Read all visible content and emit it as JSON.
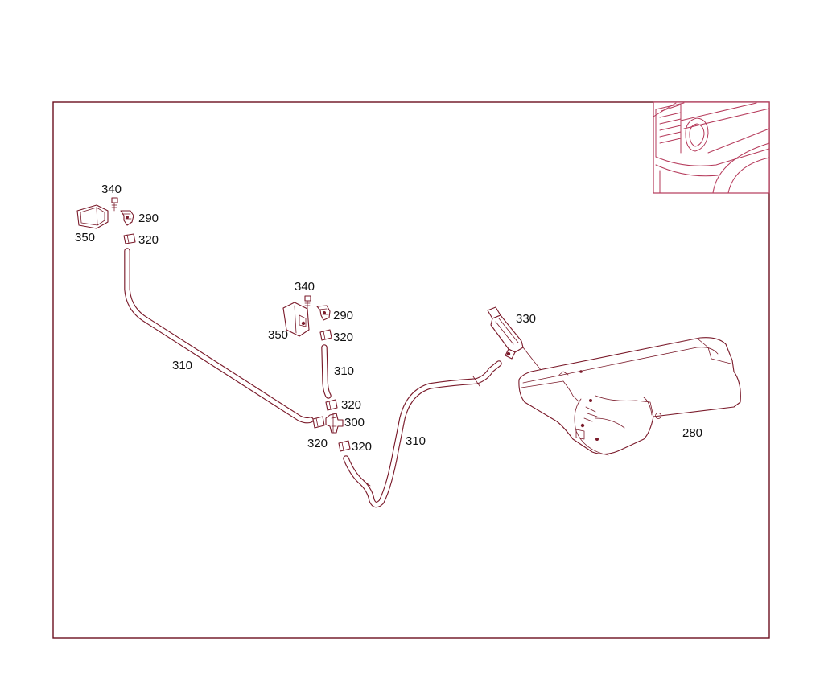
{
  "diagram": {
    "inset": "vehicle-front-inset",
    "callouts": {
      "c340_left": "340",
      "c290_left": "290",
      "c350_left": "350",
      "c320_left": "320",
      "c310_left": "310",
      "c340_mid": "340",
      "c290_mid": "290",
      "c350_mid": "350",
      "c320_mid": "320",
      "c310_mid": "310",
      "c320_tee_top": "320",
      "c300_tee": "300",
      "c320_tee_left": "320",
      "c320_tee_bottom": "320",
      "c310_right": "310",
      "c330_pump": "330",
      "c280_tank": "280"
    }
  }
}
